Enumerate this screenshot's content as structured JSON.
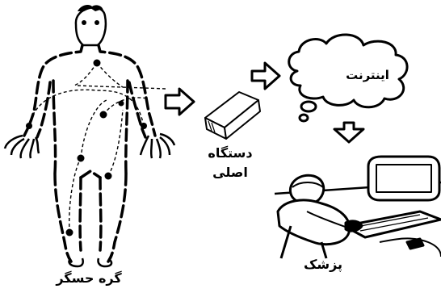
{
  "labels": {
    "body_network": "گره حسگر",
    "main_device_line1": "دستگاه",
    "main_device_line2": "اصلی",
    "internet": "اینترنت",
    "physician": "پزشک"
  },
  "icons": [
    "human-body-icon",
    "sensor-node-icon",
    "wireless-device-icon",
    "cloud-icon",
    "arrow-right-icon",
    "arrow-down-icon",
    "physician-at-computer-icon"
  ],
  "colors": {
    "ink": "#000000",
    "background": "#ffffff"
  }
}
